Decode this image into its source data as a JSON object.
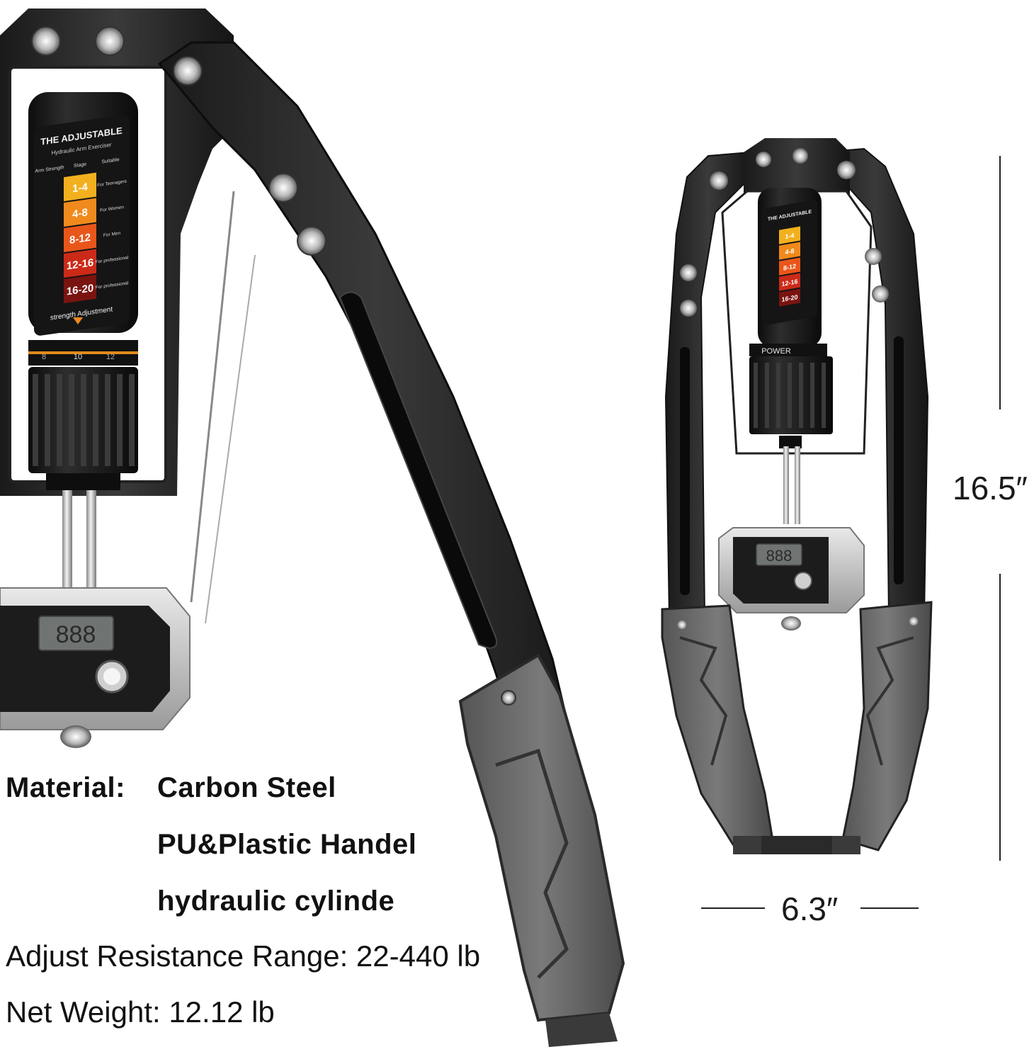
{
  "product_label": {
    "title": "THE ADJUSTABLE",
    "subtitle": "Hydraulic Arm Exerciser",
    "column_headers": [
      "Arm Strength",
      "Stage",
      "Suitable"
    ],
    "stages": [
      "1-4",
      "4-8",
      "8-12",
      "12-16",
      "16-20"
    ],
    "suitable": [
      "For Teenagers",
      "For Women",
      "For Men",
      "For professional",
      "For professional"
    ],
    "adjust_text": "strength Adjustment",
    "display_digits": "888",
    "dial_numbers": [
      "8",
      "10",
      "12"
    ],
    "power_label": "POWER",
    "stage_colors": [
      "#f2b01e",
      "#f08a1c",
      "#e9561a",
      "#cc2a18",
      "#7a1410"
    ]
  },
  "specs": {
    "material_label": "Material:",
    "material_line1": "Carbon Steel",
    "material_line2": "PU&Plastic Handel",
    "material_line3": "hydraulic cylinde",
    "resistance": "Adjust Resistance Range: 22-440 lb",
    "weight": "Net Weight: 12.12 lb"
  },
  "dimensions": {
    "height": "16.5″",
    "width": "6.3″"
  }
}
